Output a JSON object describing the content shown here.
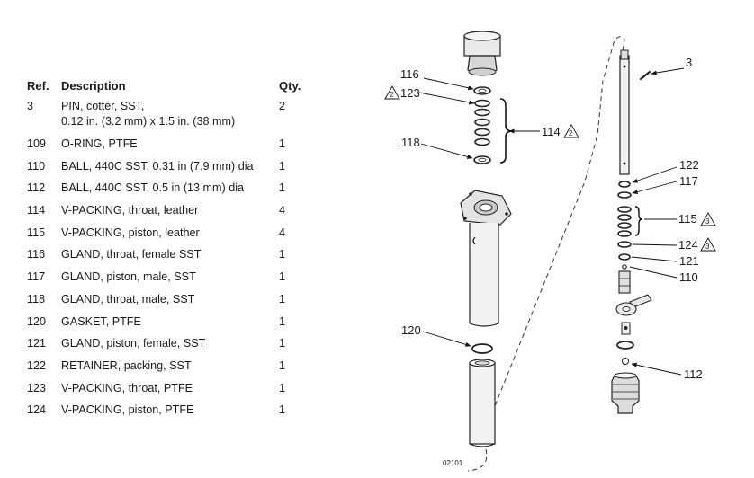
{
  "table": {
    "headers": {
      "ref": "Ref.",
      "description": "Description",
      "qty": "Qty."
    },
    "rows": [
      {
        "ref": "3",
        "description": "PIN, cotter, SST,",
        "description2": "0.12 in. (3.2 mm) x 1.5 in. (38 mm)",
        "qty": "2"
      },
      {
        "ref": "109",
        "description": "O-RING, PTFE",
        "qty": "1"
      },
      {
        "ref": "110",
        "description": "BALL, 440C SST, 0.31 in (7.9 mm) dia",
        "qty": "1"
      },
      {
        "ref": "112",
        "description": "BALL, 440C SST, 0.5 in (13 mm) dia",
        "qty": "1"
      },
      {
        "ref": "114",
        "description": "V-PACKING, throat, leather",
        "qty": "4"
      },
      {
        "ref": "115",
        "description": "V-PACKING, piston, leather",
        "qty": "4"
      },
      {
        "ref": "116",
        "description": "GLAND, throat, female SST",
        "qty": "1"
      },
      {
        "ref": "117",
        "description": "GLAND, piston, male, SST",
        "qty": "1"
      },
      {
        "ref": "118",
        "description": "GLAND, throat, male, SST",
        "qty": "1"
      },
      {
        "ref": "120",
        "description": "GASKET, PTFE",
        "qty": "1"
      },
      {
        "ref": "121",
        "description": "GLAND, piston, female, SST",
        "qty": "1"
      },
      {
        "ref": "122",
        "description": "RETAINER, packing, SST",
        "qty": "1"
      },
      {
        "ref": "123",
        "description": "V-PACKING, throat, PTFE",
        "qty": "1"
      },
      {
        "ref": "124",
        "description": "V-PACKING, piston, PTFE",
        "qty": "1"
      }
    ]
  },
  "figure": {
    "callouts": {
      "c116": "116",
      "c123": "123",
      "c114": "114",
      "c118": "118",
      "c120": "120",
      "c3": "3",
      "c122": "122",
      "c117": "117",
      "c115": "115",
      "c124": "124",
      "c121": "121",
      "c110": "110",
      "c112": "112"
    },
    "notes": {
      "n2": "2",
      "n3": "3"
    },
    "figure_number": "02101"
  }
}
